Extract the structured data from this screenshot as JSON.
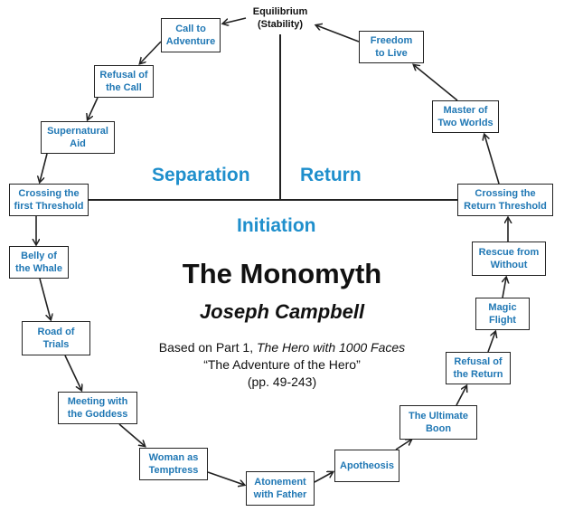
{
  "top_label": {
    "line1": "Equilibrium",
    "line2": "(Stability)"
  },
  "sections": {
    "separation": "Separation",
    "return": "Return",
    "initiation": "Initiation"
  },
  "title": "The Monomyth",
  "author": "Joseph Campbell",
  "based_on": {
    "prefix": "Based on Part 1, ",
    "book": "The Hero with 1000 Faces",
    "chapter": "“The Adventure of the Hero”",
    "pages": "(pp. 49-243)"
  },
  "stages": [
    {
      "key": "call-to-adventure",
      "lines": [
        "Call to",
        "Adventure"
      ]
    },
    {
      "key": "refusal-of-the-call",
      "lines": [
        "Refusal of",
        "the Call"
      ]
    },
    {
      "key": "supernatural-aid",
      "lines": [
        "Supernatural",
        "Aid"
      ]
    },
    {
      "key": "crossing-the-first-threshold",
      "lines": [
        "Crossing the",
        "first Threshold"
      ]
    },
    {
      "key": "belly-of-the-whale",
      "lines": [
        "Belly of",
        "the Whale"
      ]
    },
    {
      "key": "road-of-trials",
      "lines": [
        "Road of",
        "Trials"
      ]
    },
    {
      "key": "meeting-with-the-goddess",
      "lines": [
        "Meeting with",
        "the Goddess"
      ]
    },
    {
      "key": "woman-as-temptress",
      "lines": [
        "Woman as",
        "Temptress"
      ]
    },
    {
      "key": "atonement-with-father",
      "lines": [
        "Atonement",
        "with Father"
      ]
    },
    {
      "key": "apotheosis",
      "lines": [
        "Apotheosis"
      ]
    },
    {
      "key": "the-ultimate-boon",
      "lines": [
        "The Ultimate",
        "Boon"
      ]
    },
    {
      "key": "refusal-of-the-return",
      "lines": [
        "Refusal of",
        "the Return"
      ]
    },
    {
      "key": "magic-flight",
      "lines": [
        "Magic",
        "Flight"
      ]
    },
    {
      "key": "rescue-from-without",
      "lines": [
        "Rescue from",
        "Without"
      ]
    },
    {
      "key": "crossing-the-return-threshold",
      "lines": [
        "Crossing the",
        "Return Threshold"
      ]
    },
    {
      "key": "master-of-two-worlds",
      "lines": [
        "Master of",
        "Two Worlds"
      ]
    },
    {
      "key": "freedom-to-live",
      "lines": [
        "Freedom",
        "to Live"
      ]
    }
  ],
  "colors": {
    "stage_text": "#1f77b4",
    "section_text": "#1f8fcc",
    "lines": "#222222"
  }
}
